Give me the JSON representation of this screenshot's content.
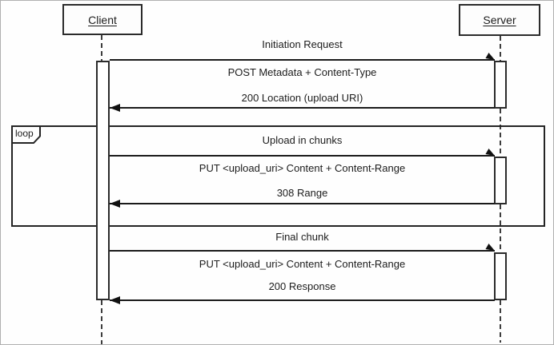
{
  "actors": {
    "client": {
      "label": "Client"
    },
    "server": {
      "label": "Server"
    }
  },
  "fragment": {
    "operator": "loop"
  },
  "sections": [
    {
      "title": "Initiation Request",
      "request": "POST Metadata + Content-Type",
      "response": "200 Location (upload URI)"
    },
    {
      "title": "Upload in chunks",
      "request": "PUT <upload_uri> Content + Content-Range",
      "response": "308 Range"
    },
    {
      "title": "Final chunk",
      "request": "PUT <upload_uri> Content + Content-Range",
      "response": "200 Response"
    }
  ],
  "colors": {
    "line": "#1a1a1a",
    "background": "#fefefe",
    "frame_border": "#b0b0b0"
  }
}
